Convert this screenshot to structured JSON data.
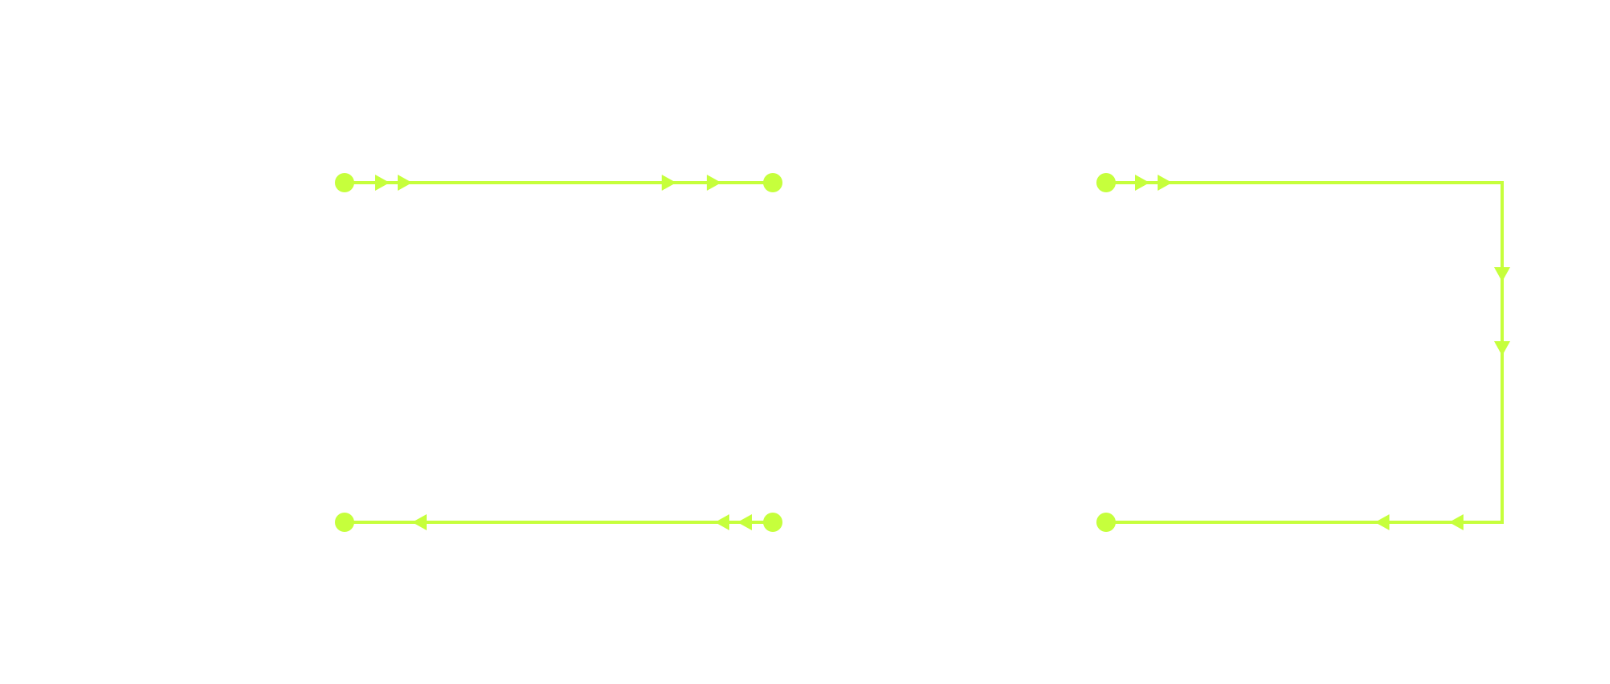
{
  "diagram": {
    "colors": {
      "stroke": "#c6ff3c",
      "background": "#ffffff"
    },
    "edges": [
      {
        "id": "edge-top-left",
        "from": "node-a1",
        "to": "node-a2",
        "shape": "straight",
        "direction": "left-to-right",
        "markers": [
          "double-arrow-start",
          "double-arrow-end"
        ]
      },
      {
        "id": "edge-bottom-left",
        "from": "node-b2",
        "to": "node-b1",
        "shape": "straight",
        "direction": "right-to-left",
        "markers": [
          "single-arrow-end",
          "double-arrow-start"
        ]
      },
      {
        "id": "edge-right-loop",
        "from": "node-c1",
        "to": "node-c2",
        "shape": "orthogonal-loop",
        "direction": "clockwise",
        "markers": [
          "double-arrow-start",
          "double-arrow-down",
          "double-arrow-left"
        ]
      }
    ],
    "nodes": [
      {
        "id": "node-a1",
        "shape": "circle"
      },
      {
        "id": "node-a2",
        "shape": "circle"
      },
      {
        "id": "node-b1",
        "shape": "circle"
      },
      {
        "id": "node-b2",
        "shape": "circle"
      },
      {
        "id": "node-c1",
        "shape": "circle"
      },
      {
        "id": "node-c2",
        "shape": "circle"
      }
    ]
  }
}
